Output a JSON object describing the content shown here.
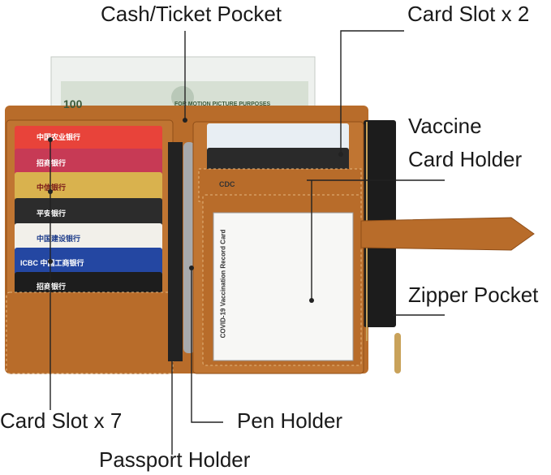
{
  "labels": {
    "cash_ticket_pocket": "Cash/Ticket Pocket",
    "card_slot_2": "Card Slot x 2",
    "vaccine_line1": "Vaccine",
    "vaccine_line2": "Card Holder",
    "zipper_pocket": "Zipper Pocket",
    "card_slot_7": "Card Slot x 7",
    "pen_holder": "Pen Holder",
    "passport_holder": "Passport Holder"
  },
  "product": {
    "banknote_value": "100",
    "banknote_caption": "FOR MOTION PICTURE PURPOSES",
    "cards": [
      "中国农业银行",
      "招商银行",
      "中信银行",
      "平安银行",
      "中国建设银行",
      "ICBC 中国工商银行",
      "招商银行"
    ],
    "vaccine_card_title": "COVID-19 Vaccination Record Card",
    "cdc_mark": "CDC"
  },
  "colors": {
    "leather": "#b86c2a",
    "leather_dark": "#8f4e18",
    "stitch": "#e3b67f",
    "line": "#222222"
  }
}
